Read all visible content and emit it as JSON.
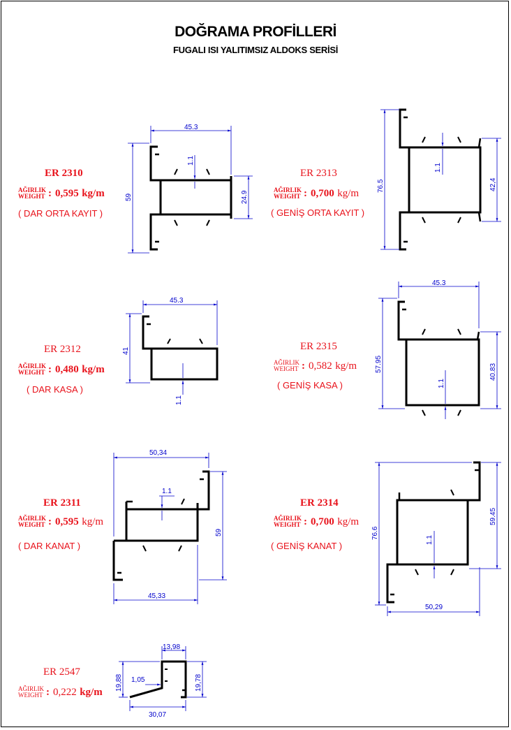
{
  "header": {
    "title": "DOĞRAMA PROFİLLERİ",
    "subtitle": "FUGALI ISI YALITIMSIZ ALDOKS SERİSİ"
  },
  "weight_label": {
    "line1": "AĞIRLIK",
    "line2": "WEIGHT"
  },
  "weight_unit": "kg/m",
  "colors": {
    "label": "#e8121b",
    "dimension": "#0000cc",
    "profile": "#000000"
  },
  "profiles": [
    {
      "code": "ER 2310",
      "weight": "0,595",
      "description": "( DAR ORTA KAYIT )",
      "dims": {
        "width": "45.3",
        "height": "59",
        "inner": "24.9",
        "wall": "1.1"
      }
    },
    {
      "code": "ER 2313",
      "weight": "0,700",
      "description": "( GENİŞ ORTA KAYIT )",
      "dims": {
        "height": "76.5",
        "inner": "42,4",
        "wall": "1.1"
      }
    },
    {
      "code": "ER 2312",
      "weight": "0,480",
      "description": "( DAR KASA )",
      "dims": {
        "width": "45.3",
        "height": "41",
        "wall": "1.1"
      }
    },
    {
      "code": "ER 2315",
      "weight": "0,582",
      "description": "( GENİŞ KASA )",
      "dims": {
        "width": "45.3",
        "height": "57.95",
        "inner": "40.83",
        "wall": "1.1"
      }
    },
    {
      "code": "ER 2311",
      "weight": "0,595",
      "description": "( DAR KANAT )",
      "dims": {
        "width_top": "50,34",
        "width_bottom": "45,33",
        "height": "59",
        "wall": "1.1"
      }
    },
    {
      "code": "ER 2314",
      "weight": "0,700",
      "description": "( GENİŞ KANAT )",
      "dims": {
        "height": "76.6",
        "inner": "59.45",
        "width": "50,29",
        "wall": "1.1"
      }
    },
    {
      "code": "ER 2547",
      "weight": "0,222",
      "description": "",
      "dims": {
        "width_top": "13,98",
        "width_bottom": "30,07",
        "height_left": "19,88",
        "height_right": "19,78",
        "wall": "1,05"
      }
    }
  ]
}
